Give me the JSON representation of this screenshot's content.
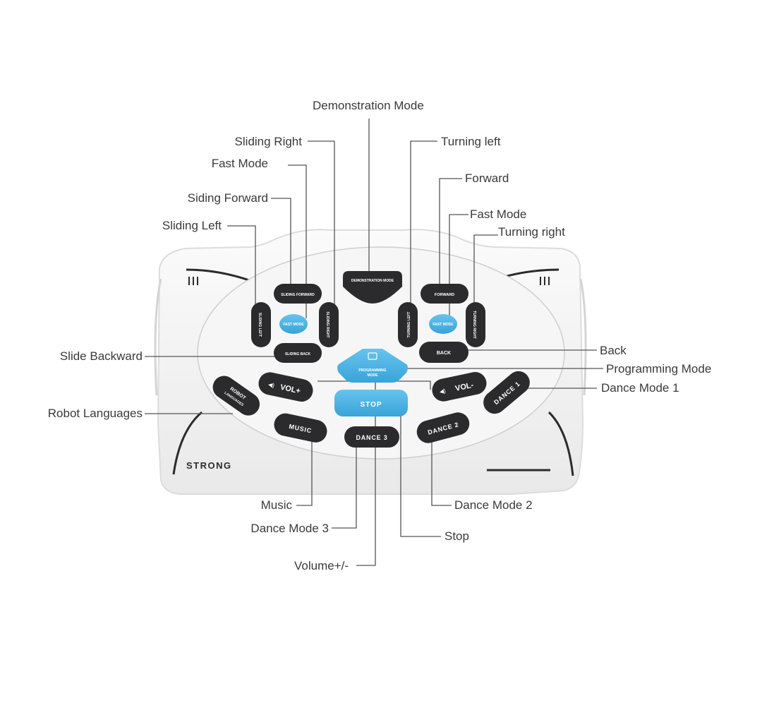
{
  "callouts": {
    "demonstration_mode": "Demonstration Mode",
    "sliding_right": "Sliding Right",
    "fast_mode_left": "Fast Mode",
    "siding_forward": "Siding Forward",
    "sliding_left": "Sliding Left",
    "slide_backward": "Slide Backward",
    "robot_languages": "Robot Languages",
    "music": "Music",
    "dance_mode_3": "Dance Mode 3",
    "volume": "Volume+/-",
    "stop": "Stop",
    "dance_mode_2": "Dance Mode 2",
    "dance_mode_1": "Dance Mode 1",
    "programming_mode": "Programming Mode",
    "back": "Back",
    "turning_right": "Turning right",
    "fast_mode_right": "Fast Mode",
    "forward": "Forward",
    "turning_left": "Turning left"
  },
  "buttons": {
    "demonstration": "DEMONSTRATION MODE",
    "sliding_forward": "SLIDING FORWARD",
    "fast_mode_l": "FAST MODE",
    "sliding_left": "SLIDING LEFT",
    "sliding_right": "SLIDING RIGHT",
    "sliding_back": "SLIDING BACK",
    "forward": "FORWARD",
    "fast_mode_r": "FAST MODE",
    "turning_left": "TURNING LEFT",
    "turning_right": "TURNING RIGHT",
    "back": "BACK",
    "programming_1": "PROGRAMMING",
    "programming_2": "MODE",
    "vol_plus": "VOL+",
    "vol_minus": "VOL-",
    "stop": "STOP",
    "robot_1": "ROBOT",
    "robot_2": "LANGUAGES",
    "music": "MUSIC",
    "dance3": "DANCE 3",
    "dance2": "DANCE 2",
    "dance1": "DANCE 1"
  },
  "brand": "STRONG",
  "colors": {
    "button_dark": "#2b2b2d",
    "button_blue": "#4bb2e3",
    "body": "#f2f2f2",
    "leader": "#555555"
  }
}
